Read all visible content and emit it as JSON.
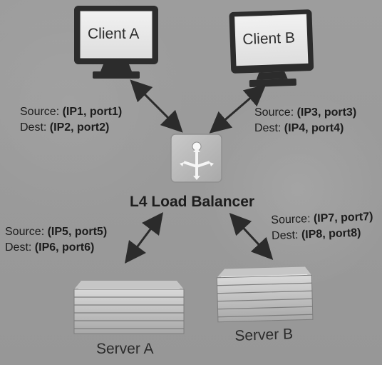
{
  "clients": [
    {
      "label": "Client A"
    },
    {
      "label": "Client B"
    }
  ],
  "load_balancer": {
    "title": "L4 Load Balancer"
  },
  "servers": [
    {
      "label": "Server A"
    },
    {
      "label": "Server B"
    }
  ],
  "connections": [
    {
      "source_prefix": "Source: ",
      "source_value": "(IP1, port1)",
      "dest_prefix": "Dest: ",
      "dest_value": "(IP2, port2)"
    },
    {
      "source_prefix": "Source: ",
      "source_value": "(IP3, port3)",
      "dest_prefix": "Dest: ",
      "dest_value": "(IP4, port4)"
    },
    {
      "source_prefix": "Source: ",
      "source_value": "(IP5, port5)",
      "dest_prefix": "Dest: ",
      "dest_value": "(IP6, port6)"
    },
    {
      "source_prefix": "Source: ",
      "source_value": "(IP7, port7)",
      "dest_prefix": "Dest: ",
      "dest_value": "(IP8, port8)"
    }
  ],
  "colors": {
    "page": "#9b9b9b",
    "text": "#1f1f1f",
    "arrow": "#2b2b2b",
    "device": "#d9d9d9"
  },
  "icons": {
    "client": "monitor-icon",
    "load_balancer": "load-balancer-icon",
    "server": "server-rack-icon"
  }
}
